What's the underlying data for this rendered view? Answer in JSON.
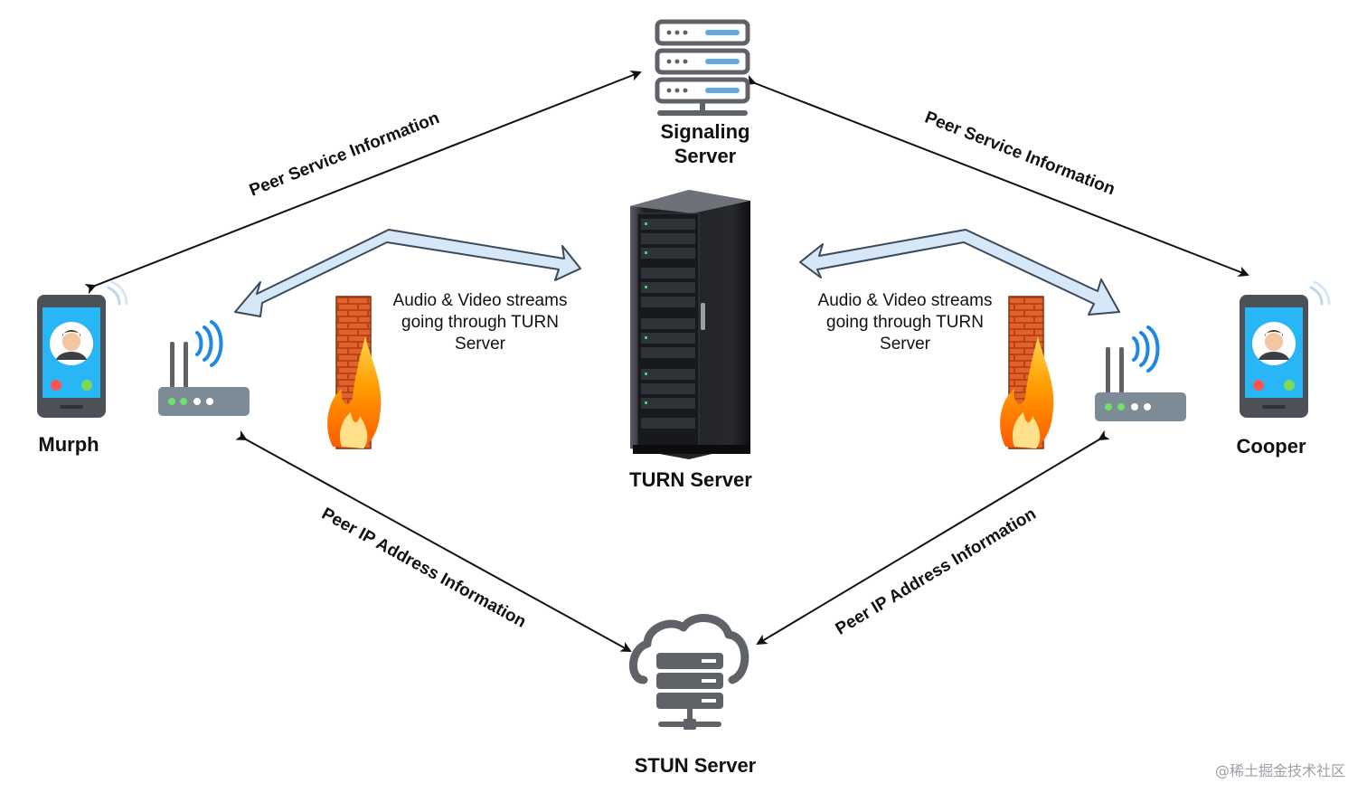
{
  "nodes": {
    "signaling": {
      "label_line1": "Signaling",
      "label_line2": "Server"
    },
    "turn": {
      "label": "TURN Server"
    },
    "stun": {
      "label": "STUN Server"
    },
    "murph": {
      "label": "Murph"
    },
    "cooper": {
      "label": "Cooper"
    }
  },
  "edges": {
    "murph_signaling": "Peer Service Information",
    "signaling_cooper": "Peer Service Information",
    "murph_stun": "Peer IP Address Information",
    "cooper_stun": "Peer IP Address Information"
  },
  "streams": {
    "left": {
      "line1": "Audio & Video streams",
      "line2": "going through TURN",
      "line3": "Server"
    },
    "right": {
      "line1": "Audio & Video streams",
      "line2": "going through TURN",
      "line3": "Server"
    }
  },
  "watermark": "@稀土掘金技术社区",
  "colors": {
    "icon_gray": "#5f6368",
    "phone_screen": "#29b6f6",
    "router_body": "#7d8b96",
    "wifi_blue": "#1e88e5",
    "stream_arrow_fill": "#d6e7f8",
    "stream_arrow_stroke": "#3b4a5a",
    "brick": "#d9541e",
    "flame": "#ff9800"
  },
  "icons": [
    "server-rack-icon",
    "turn-server-cabinet-icon",
    "cloud-server-icon",
    "smartphone-icon",
    "router-icon",
    "firewall-icon"
  ]
}
